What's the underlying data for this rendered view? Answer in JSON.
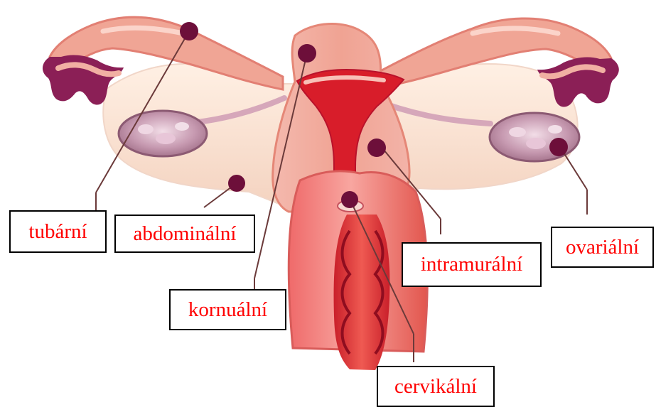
{
  "labels": {
    "tubarni": "tubární",
    "abdominalni": "abdominální",
    "kornualni": "kornuální",
    "intramuralni": "intramurální",
    "ovarialni": "ovariální",
    "cervikalni": "cervikální"
  },
  "colors": {
    "label_text": "#ff0000",
    "label_border": "#000000",
    "leader_line": "#6b3a3a",
    "marker_dot": "#6d0f3a",
    "uterus_body": "#f2b0a4",
    "uterus_outline": "#e58777",
    "cavity": "#d81d2a",
    "tube": "#f0a899",
    "fimbriae": "#8b1f56",
    "ovary": "#b7869e",
    "ligament": "#f7dfcf"
  },
  "icons": {
    "marker": "filled-dot",
    "leader": "leader-line"
  }
}
